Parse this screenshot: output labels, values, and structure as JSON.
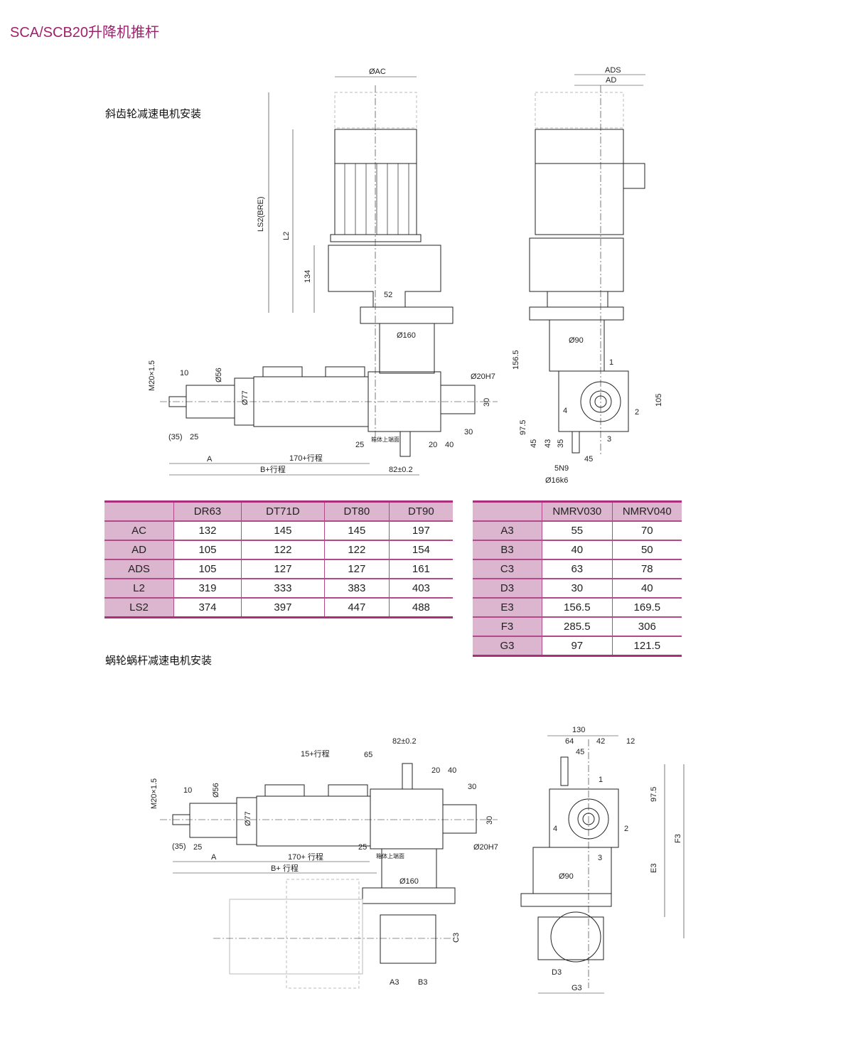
{
  "title": "SCA/SCB20升降机推杆",
  "section1": "斜齿轮减速电机安装",
  "section2": "蜗轮蜗杆减速电机安装",
  "drawing1": {
    "labels": [
      "ØAC",
      "LS2(BRE)",
      "L2",
      "134",
      "52",
      "Ø160",
      "M20×1.5",
      "10",
      "Ø56",
      "Ø77",
      "Ø20H7",
      "30",
      "30",
      "25",
      "箱体上端面",
      "20",
      "40",
      "(35)",
      "25",
      "A",
      "170+行程",
      "B+行程",
      "82±0.2"
    ],
    "side_labels": [
      "ADS",
      "AD",
      "156.5",
      "Ø90",
      "1",
      "105",
      "4",
      "2",
      "3",
      "97.5",
      "45",
      "43",
      "35",
      "45",
      "5N9",
      "Ø16k6"
    ]
  },
  "drawing2": {
    "labels": [
      "15+行程",
      "65",
      "82±0.2",
      "20",
      "40",
      "30",
      "M20×1.5",
      "10",
      "Ø56",
      "Ø77",
      "30",
      "25",
      "箱体上端面",
      "Ø20H7",
      "(35)",
      "25",
      "A",
      "170+ 行程",
      "B+ 行程",
      "Ø160",
      "C3",
      "A3",
      "B3"
    ],
    "side_labels": [
      "130",
      "64",
      "42",
      "12",
      "45",
      "1",
      "97.5",
      "4",
      "2",
      "3",
      "Ø90",
      "E3",
      "F3",
      "D3",
      "G3"
    ]
  },
  "table1": {
    "headers": [
      "",
      "DR63",
      "DT71D",
      "DT80",
      "DT90"
    ],
    "rows": [
      [
        "AC",
        "132",
        "145",
        "145",
        "197"
      ],
      [
        "AD",
        "105",
        "122",
        "122",
        "154"
      ],
      [
        "ADS",
        "105",
        "127",
        "127",
        "161"
      ],
      [
        "L2",
        "319",
        "333",
        "383",
        "403"
      ],
      [
        "LS2",
        "374",
        "397",
        "447",
        "488"
      ]
    ]
  },
  "table2": {
    "headers": [
      "",
      "NMRV030",
      "NMRV040"
    ],
    "rows": [
      [
        "A3",
        "55",
        "70"
      ],
      [
        "B3",
        "40",
        "50"
      ],
      [
        "C3",
        "63",
        "78"
      ],
      [
        "D3",
        "30",
        "40"
      ],
      [
        "E3",
        "156.5",
        "169.5"
      ],
      [
        "F3",
        "285.5",
        "306"
      ],
      [
        "G3",
        "97",
        "121.5"
      ]
    ]
  },
  "colors": {
    "accent": "#a0206e",
    "table_header": "#dcb5cf",
    "table_border": "#a8307a"
  }
}
